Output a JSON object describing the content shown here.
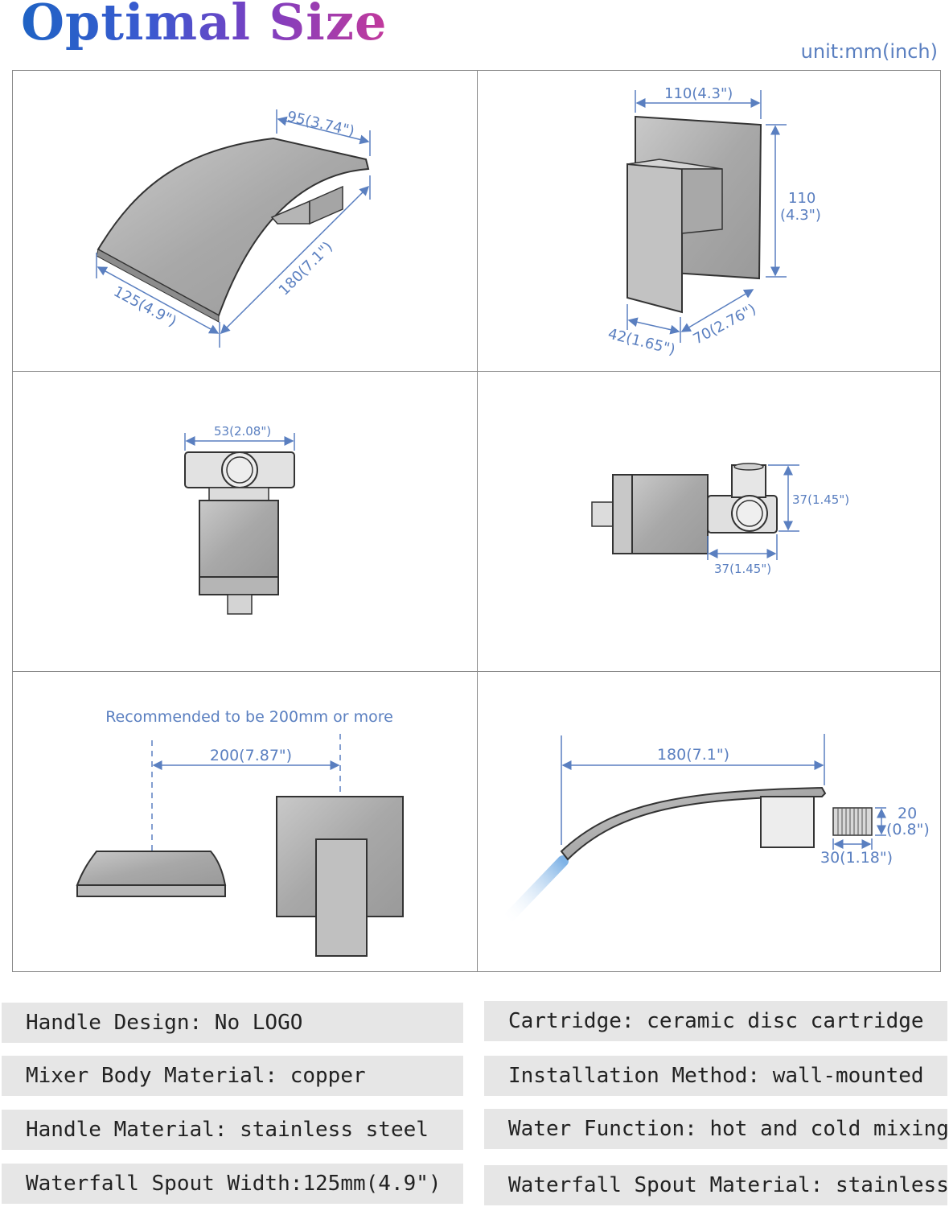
{
  "title": "Optimal Size",
  "unit": "unit:mm(inch)",
  "dims": {
    "spout_depth": "95(3.74\")",
    "spout_length": "180(7.1\")",
    "spout_width": "125(4.9\")",
    "plate_width": "110(4.3\")",
    "plate_height_mm": "110",
    "plate_height_in": "(4.3\")",
    "handle_depth": "42(1.65\")",
    "handle_projection": "70(2.76\")",
    "valve_width": "53(2.08\")",
    "valve_height": "37(1.45\")",
    "valve_depth": "37(1.45\")",
    "recommend": "Recommended to be 200mm or more",
    "spacing": "200(7.87\")",
    "side_length": "180(7.1\")",
    "pipe_mm": "20",
    "pipe_in": "(0.8\")",
    "pipe_len": "30(1.18\")"
  },
  "specs": [
    "Handle Design: No LOGO",
    "Cartridge: ceramic disc cartridge",
    "Mixer Body Material: copper",
    "Installation Method: wall-mounted",
    "Handle Material: stainless steel",
    "Water Function: hot and cold mixing",
    "Waterfall Spout Width:125mm(4.9\")",
    "Waterfall Spout Material: stainless steel"
  ]
}
